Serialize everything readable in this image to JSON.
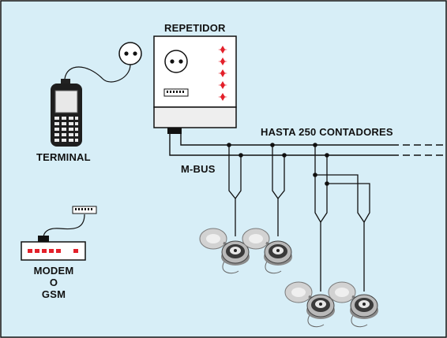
{
  "labels": {
    "repetidor": "REPETIDOR",
    "hasta": "HASTA 250 CONTADORES",
    "terminal": "TERMINAL",
    "mbus": "M-BUS",
    "modem": "MODEM",
    "o": "O",
    "gsm": "GSM"
  },
  "colors": {
    "background": "#d7eef7",
    "frame": "#111111",
    "led_red": "#e3202a",
    "device_white": "#ffffff",
    "device_grey": "#eeeeee",
    "meter_metal": "#b9b9b9"
  },
  "icons": [
    "power-plug-icon",
    "power-socket-icon",
    "handheld-terminal-icon",
    "repeater-icon",
    "modem-icon",
    "connector-icon",
    "water-meter-icon"
  ]
}
